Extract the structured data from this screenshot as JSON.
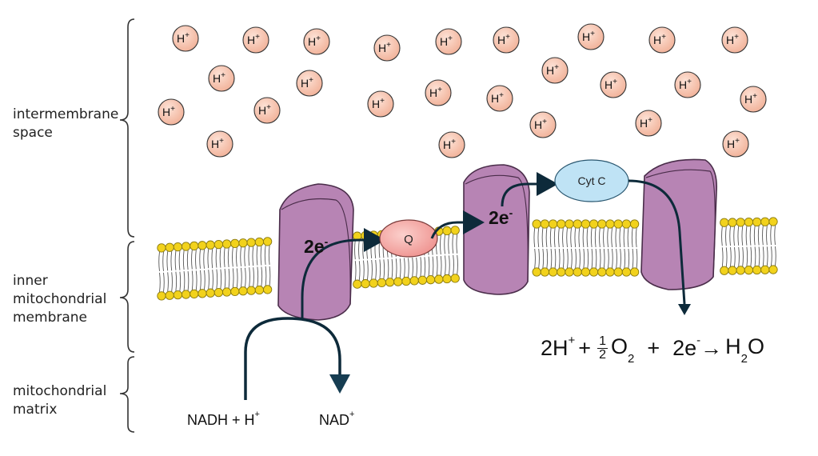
{
  "regions": {
    "intermembrane": "intermembrane\nspace",
    "inner_membrane": "inner\nmitochondrial\nmembrane",
    "matrix": "mitochondrial\nmatrix"
  },
  "proton": {
    "base": "H",
    "charge": "+"
  },
  "carriers": {
    "q": "Q",
    "cyt_c": "Cyt C"
  },
  "electrons": {
    "label": "2e",
    "charge": "-"
  },
  "substrates": {
    "nadh": "NADH + H",
    "nadh_charge": "+",
    "nad": "NAD",
    "nad_charge": "+"
  },
  "equation": {
    "protons": "2H",
    "protons_charge": "+",
    "plus1": "+",
    "frac_num": "1",
    "frac_den": "2",
    "oxygen": "O",
    "oxygen_sub": "2",
    "plus2": "+",
    "electrons": "2e",
    "electrons_charge": "-",
    "arrow": "→",
    "water": "H",
    "water_sub": "2",
    "water_o": "O"
  },
  "colors": {
    "protein": "#b784b4",
    "protein_stroke": "#4a2d4a",
    "lipid_head": "#f2d21c",
    "lipid_head_stroke": "#8a7a10",
    "proton_fill": "#f6c7b4",
    "q_fill": "#f4a3a0",
    "cyt_fill": "#bfe3f5",
    "arrow": "#0d2a3a"
  }
}
